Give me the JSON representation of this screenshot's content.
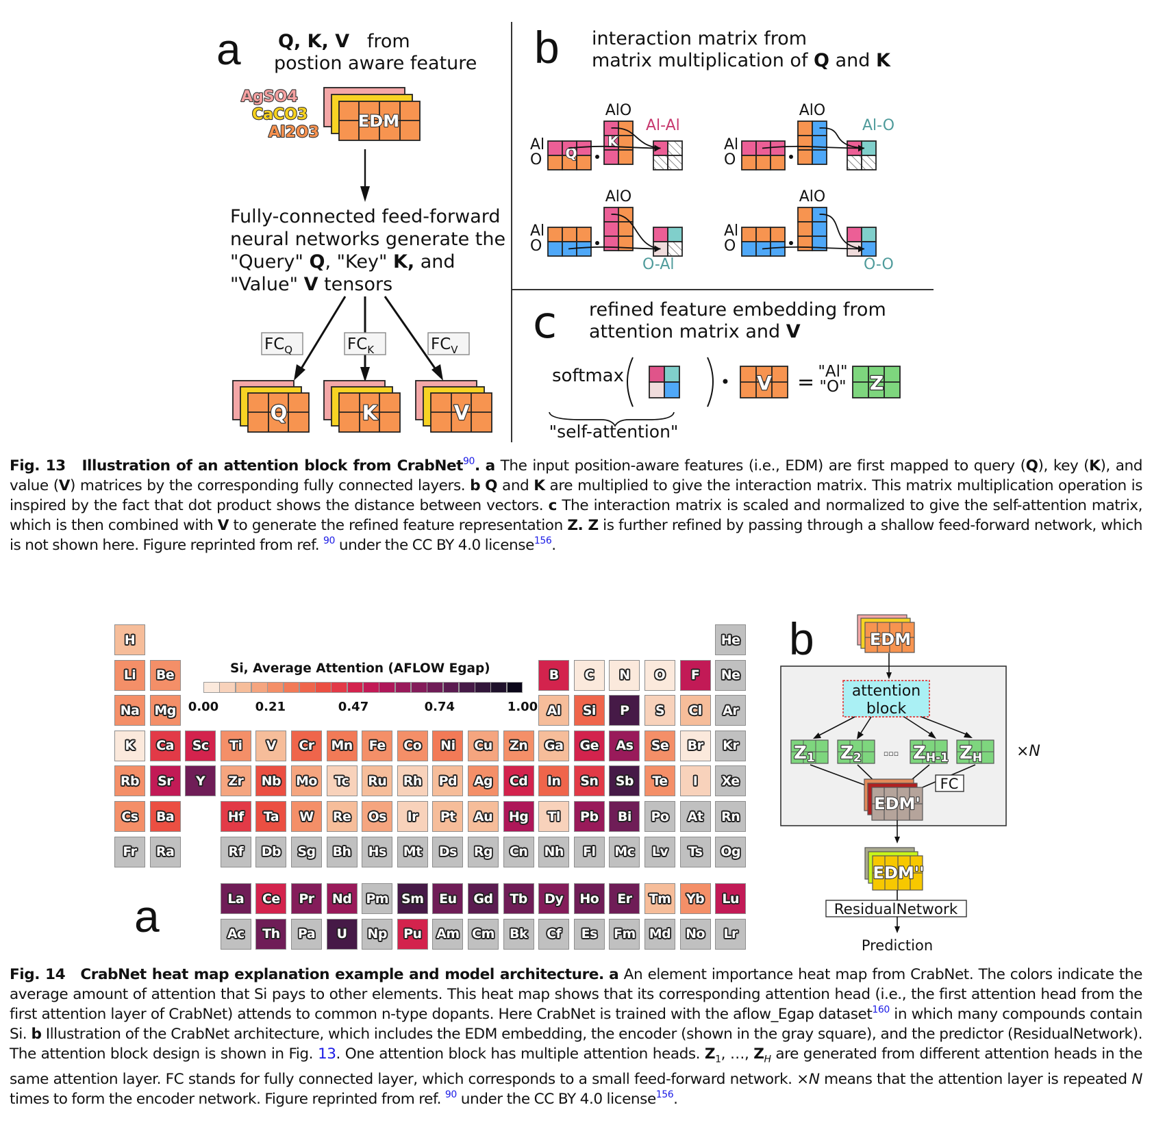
{
  "fig13": {
    "panel_a": {
      "letter": "a",
      "title_bold": "Q, K, V",
      "title_rest": "from",
      "title_line2": "postion aware feature",
      "compounds": [
        "AgSO4",
        "CaCO3",
        "Al2O3"
      ],
      "compound_colors": [
        "#f4a0a0",
        "#f7d21e",
        "#f79250"
      ],
      "edm_label": "EDM",
      "description_lines": [
        "Fully-connected feed-forward",
        "neural networks generate the"
      ],
      "desc_line3": {
        "q1": "\"Query\" ",
        "Q": "Q",
        "k1": ", \"Key\" ",
        "K": "K,",
        "end": " and"
      },
      "desc_line4": {
        "v1": "\"Value\" ",
        "V": "V",
        "end": " tensors"
      },
      "fc_labels": [
        {
          "main": "FC",
          "sub": "Q"
        },
        {
          "main": "FC",
          "sub": "K"
        },
        {
          "main": "FC",
          "sub": "V"
        }
      ],
      "tensor_labels": [
        "Q",
        "K",
        "V"
      ]
    },
    "panel_b": {
      "letter": "b",
      "line1": "interaction matrix from",
      "line2_pre": "matrix multiplication of ",
      "line2_Q": "Q",
      "line2_mid": " and ",
      "line2_K": "K",
      "row_labels": [
        "Al",
        "O"
      ],
      "key_header": "AlO",
      "q_label": "Q",
      "k_label": "K",
      "pairs": [
        {
          "label": "Al-Al",
          "color": "#c7386e"
        },
        {
          "label": "Al-O",
          "color": "#4f9b9b"
        },
        {
          "label": "O-Al",
          "color": "#4f9b9b"
        },
        {
          "label": "O-O",
          "color": "#4f9b9b"
        }
      ]
    },
    "panel_c": {
      "letter": "c",
      "line1": "refined feature embedding from",
      "line2_pre": "attention matrix and ",
      "line2_V": "V",
      "softmax": "softmax",
      "dot": "•",
      "equals": "=",
      "row_labels": [
        "\"Al\"",
        "\"O\""
      ],
      "v_label": "V",
      "z_label": "Z",
      "brace_label": "\"self-attention\""
    },
    "caption": {
      "fig": "Fig. 13",
      "title": "Illustration of an attention block from CrabNet",
      "ref_title": "90",
      "dot": ".",
      "parts": {
        "a_lbl": "a",
        "a_text1": " The input position-aware features (i.e., EDM) are first mapped to query (",
        "Q": "Q",
        "a_text2": "), key (",
        "K": "K",
        "a_text3": "), and value (",
        "V": "V",
        "a_text4": ") matrices by the corresponding fully connected layers. ",
        "b_lbl": "b",
        "b_Q": "Q",
        "b_and": " and ",
        "b_K": "K",
        "b_text": " are multiplied to give the interaction matrix. This matrix multiplication operation is inspired by the fact that dot product shows the distance between vectors. ",
        "c_lbl": "c",
        "c_text1": " The interaction matrix is scaled and normalized to give the self-attention matrix, which is then combined with ",
        "c_V": "V",
        "c_text2": " to generate the refined feature representation ",
        "c_Z1": "Z",
        "c_dot": ". ",
        "c_Z2": "Z",
        "c_text3": " is further refined by passing through a shallow feed-forward network, which is not shown here. Figure reprinted from ref. ",
        "ref1": "90",
        "c_text4": " under the CC BY 4.0 license",
        "ref2": "156",
        "end": "."
      }
    }
  },
  "fig14": {
    "panel_a_letter": "a",
    "panel_b_letter": "b",
    "colorbar": {
      "title": "Si, Average Attention (AFLOW Egap)",
      "ticks": [
        "0.00",
        "0.21",
        "0.47",
        "0.74",
        "1.00"
      ],
      "colors": [
        "#fbe9dc",
        "#f8d2bb",
        "#f6bd9a",
        "#f5a57f",
        "#f48f68",
        "#f27a57",
        "#ef654b",
        "#eb4f42",
        "#e23a47",
        "#d3234d",
        "#c21a56",
        "#ae1759",
        "#991a5a",
        "#841c5a",
        "#6f1d57",
        "#5b1c51",
        "#461a47",
        "#32163a",
        "#1f112b",
        "#0b0719"
      ]
    },
    "no_data_color": "#c0c0c0",
    "architecture": {
      "edm": "EDM",
      "attention_block": [
        "attention",
        "block"
      ],
      "z_heads": [
        {
          "main": "Z",
          "sub": "1"
        },
        {
          "main": "Z",
          "sub": "2"
        },
        {
          "main": "Z",
          "sub": "H-1"
        },
        {
          "main": "Z",
          "sub": "H"
        }
      ],
      "ellipsis": "▫▫▫",
      "fc": "FC",
      "edm_prime": "EDM'",
      "edm_double_prime": "EDM''",
      "repeat": "×N",
      "residual": "ResidualNetwork",
      "prediction": "Prediction"
    },
    "caption": {
      "fig": "Fig. 14",
      "title": "CrabNet heat map explanation example and model architecture.",
      "a_lbl": "a",
      "a_text": " An element importance heat map from CrabNet. The colors indicate the average amount of attention that Si pays to other elements. This heat map shows that its corresponding attention head (i.e., the first attention head from the first attention layer of CrabNet) attends to common n-type dopants. Here CrabNet is trained with the aflow_Egap dataset",
      "ref160": "160",
      "a_text2": " in which many compounds contain Si. ",
      "b_lbl": "b",
      "b_text": " Illustration of the CrabNet architecture, which includes the EDM embedding, the encoder (shown in the gray square), and the predictor (ResidualNetwork). The attention block design is shown in Fig. ",
      "fig_ref": "13",
      "b_text2": ". One attention block has multiple attention heads. ",
      "Z1": "Z",
      "Z1_sub": "1",
      "mid": ", …, ",
      "ZH": "Z",
      "ZH_sub": "H",
      "b_text3": " are generated from different attention heads in the same attention layer. FC stands for fully connected layer, which corresponds to a small feed-forward network. ×",
      "N1": "N",
      "b_text4": " means that the attention layer is repeated ",
      "N2": "N",
      "b_text5": " times to form the encoder network. Figure reprinted from ref. ",
      "ref90": "90",
      "b_text6": " under the CC BY 4.0 license",
      "ref156": "156",
      "end": "."
    },
    "chart_data": {
      "type": "heatmap",
      "title": "Si, Average Attention (AFLOW Egap)",
      "colorbar_range": [
        0,
        1
      ],
      "colorbar_ticks": [
        0.0,
        0.21,
        0.47,
        0.74,
        1.0
      ],
      "note": "values estimated from cell colour vs colorbar; null = no data (grey)",
      "elements": [
        {
          "s": "H",
          "row": 1,
          "col": 1,
          "v": 0.13
        },
        {
          "s": "He",
          "row": 1,
          "col": 18,
          "v": null
        },
        {
          "s": "Li",
          "row": 2,
          "col": 1,
          "v": 0.2
        },
        {
          "s": "Be",
          "row": 2,
          "col": 2,
          "v": 0.24
        },
        {
          "s": "B",
          "row": 2,
          "col": 13,
          "v": 0.45
        },
        {
          "s": "C",
          "row": 2,
          "col": 14,
          "v": 0.03
        },
        {
          "s": "N",
          "row": 2,
          "col": 15,
          "v": 0.03
        },
        {
          "s": "O",
          "row": 2,
          "col": 16,
          "v": 0.03
        },
        {
          "s": "F",
          "row": 2,
          "col": 17,
          "v": 0.5
        },
        {
          "s": "Ne",
          "row": 2,
          "col": 18,
          "v": null
        },
        {
          "s": "Na",
          "row": 3,
          "col": 1,
          "v": 0.2
        },
        {
          "s": "Mg",
          "row": 3,
          "col": 2,
          "v": 0.24
        },
        {
          "s": "Al",
          "row": 3,
          "col": 13,
          "v": 0.14
        },
        {
          "s": "Si",
          "row": 3,
          "col": 14,
          "v": 0.33
        },
        {
          "s": "P",
          "row": 3,
          "col": 15,
          "v": 0.8
        },
        {
          "s": "S",
          "row": 3,
          "col": 16,
          "v": 0.05
        },
        {
          "s": "Cl",
          "row": 3,
          "col": 17,
          "v": 0.13
        },
        {
          "s": "Ar",
          "row": 3,
          "col": 18,
          "v": null
        },
        {
          "s": "K",
          "row": 4,
          "col": 1,
          "v": 0.04
        },
        {
          "s": "Ca",
          "row": 4,
          "col": 2,
          "v": 0.4
        },
        {
          "s": "Sc",
          "row": 4,
          "col": 3,
          "v": 0.45
        },
        {
          "s": "Ti",
          "row": 4,
          "col": 4,
          "v": 0.2
        },
        {
          "s": "V",
          "row": 4,
          "col": 5,
          "v": 0.14
        },
        {
          "s": "Cr",
          "row": 4,
          "col": 6,
          "v": 0.33
        },
        {
          "s": "Mn",
          "row": 4,
          "col": 7,
          "v": 0.25
        },
        {
          "s": "Fe",
          "row": 4,
          "col": 8,
          "v": 0.22
        },
        {
          "s": "Co",
          "row": 4,
          "col": 9,
          "v": 0.22
        },
        {
          "s": "Ni",
          "row": 4,
          "col": 10,
          "v": 0.27
        },
        {
          "s": "Cu",
          "row": 4,
          "col": 11,
          "v": 0.15
        },
        {
          "s": "Zn",
          "row": 4,
          "col": 12,
          "v": 0.24
        },
        {
          "s": "Ga",
          "row": 4,
          "col": 13,
          "v": 0.1
        },
        {
          "s": "Ge",
          "row": 4,
          "col": 14,
          "v": 0.47
        },
        {
          "s": "As",
          "row": 4,
          "col": 15,
          "v": 0.6
        },
        {
          "s": "Se",
          "row": 4,
          "col": 16,
          "v": 0.24
        },
        {
          "s": "Br",
          "row": 4,
          "col": 17,
          "v": 0.04
        },
        {
          "s": "Kr",
          "row": 4,
          "col": 18,
          "v": null
        },
        {
          "s": "Rb",
          "row": 5,
          "col": 1,
          "v": 0.2
        },
        {
          "s": "Sr",
          "row": 5,
          "col": 2,
          "v": 0.52
        },
        {
          "s": "Y",
          "row": 5,
          "col": 3,
          "v": 0.7
        },
        {
          "s": "Zr",
          "row": 5,
          "col": 4,
          "v": 0.17
        },
        {
          "s": "Nb",
          "row": 5,
          "col": 5,
          "v": 0.36
        },
        {
          "s": "Mo",
          "row": 5,
          "col": 6,
          "v": 0.17
        },
        {
          "s": "Tc",
          "row": 5,
          "col": 7,
          "v": 0.07
        },
        {
          "s": "Ru",
          "row": 5,
          "col": 8,
          "v": 0.13
        },
        {
          "s": "Rh",
          "row": 5,
          "col": 9,
          "v": 0.06
        },
        {
          "s": "Pd",
          "row": 5,
          "col": 10,
          "v": 0.14
        },
        {
          "s": "Ag",
          "row": 5,
          "col": 11,
          "v": 0.2
        },
        {
          "s": "Cd",
          "row": 5,
          "col": 12,
          "v": 0.47
        },
        {
          "s": "In",
          "row": 5,
          "col": 13,
          "v": 0.32
        },
        {
          "s": "Sn",
          "row": 5,
          "col": 14,
          "v": 0.4
        },
        {
          "s": "Sb",
          "row": 5,
          "col": 15,
          "v": 0.83
        },
        {
          "s": "Te",
          "row": 5,
          "col": 16,
          "v": 0.22
        },
        {
          "s": "I",
          "row": 5,
          "col": 17,
          "v": 0.06
        },
        {
          "s": "Xe",
          "row": 5,
          "col": 18,
          "v": null
        },
        {
          "s": "Cs",
          "row": 6,
          "col": 1,
          "v": 0.2
        },
        {
          "s": "Ba",
          "row": 6,
          "col": 2,
          "v": 0.38
        },
        {
          "s": "Hf",
          "row": 6,
          "col": 4,
          "v": 0.4
        },
        {
          "s": "Ta",
          "row": 6,
          "col": 5,
          "v": 0.38
        },
        {
          "s": "W",
          "row": 6,
          "col": 6,
          "v": 0.22
        },
        {
          "s": "Re",
          "row": 6,
          "col": 7,
          "v": 0.1
        },
        {
          "s": "Os",
          "row": 6,
          "col": 8,
          "v": 0.17
        },
        {
          "s": "Ir",
          "row": 6,
          "col": 9,
          "v": 0.07
        },
        {
          "s": "Pt",
          "row": 6,
          "col": 10,
          "v": 0.14
        },
        {
          "s": "Au",
          "row": 6,
          "col": 11,
          "v": 0.13
        },
        {
          "s": "Hg",
          "row": 6,
          "col": 12,
          "v": 0.55
        },
        {
          "s": "Tl",
          "row": 6,
          "col": 13,
          "v": 0.07
        },
        {
          "s": "Pb",
          "row": 6,
          "col": 14,
          "v": 0.62
        },
        {
          "s": "Bi",
          "row": 6,
          "col": 15,
          "v": 0.72
        },
        {
          "s": "Po",
          "row": 6,
          "col": 16,
          "v": null
        },
        {
          "s": "At",
          "row": 6,
          "col": 17,
          "v": null
        },
        {
          "s": "Rn",
          "row": 6,
          "col": 18,
          "v": null
        },
        {
          "s": "Fr",
          "row": 7,
          "col": 1,
          "v": null
        },
        {
          "s": "Ra",
          "row": 7,
          "col": 2,
          "v": null
        },
        {
          "s": "Rf",
          "row": 7,
          "col": 4,
          "v": null
        },
        {
          "s": "Db",
          "row": 7,
          "col": 5,
          "v": null
        },
        {
          "s": "Sg",
          "row": 7,
          "col": 6,
          "v": null
        },
        {
          "s": "Bh",
          "row": 7,
          "col": 7,
          "v": null
        },
        {
          "s": "Hs",
          "row": 7,
          "col": 8,
          "v": null
        },
        {
          "s": "Mt",
          "row": 7,
          "col": 9,
          "v": null
        },
        {
          "s": "Ds",
          "row": 7,
          "col": 10,
          "v": null
        },
        {
          "s": "Rg",
          "row": 7,
          "col": 11,
          "v": null
        },
        {
          "s": "Cn",
          "row": 7,
          "col": 12,
          "v": null
        },
        {
          "s": "Nh",
          "row": 7,
          "col": 13,
          "v": null
        },
        {
          "s": "Fl",
          "row": 7,
          "col": 14,
          "v": null
        },
        {
          "s": "Mc",
          "row": 7,
          "col": 15,
          "v": null
        },
        {
          "s": "Lv",
          "row": 7,
          "col": 16,
          "v": null
        },
        {
          "s": "Ts",
          "row": 7,
          "col": 17,
          "v": null
        },
        {
          "s": "Og",
          "row": 7,
          "col": 18,
          "v": null
        },
        {
          "s": "La",
          "row": 9,
          "col": 4,
          "v": 0.7
        },
        {
          "s": "Ce",
          "row": 9,
          "col": 5,
          "v": 0.48
        },
        {
          "s": "Pr",
          "row": 9,
          "col": 6,
          "v": 0.66
        },
        {
          "s": "Nd",
          "row": 9,
          "col": 7,
          "v": 0.64
        },
        {
          "s": "Pm",
          "row": 9,
          "col": 8,
          "v": null
        },
        {
          "s": "Sm",
          "row": 9,
          "col": 9,
          "v": 0.82
        },
        {
          "s": "Eu",
          "row": 9,
          "col": 10,
          "v": 0.7
        },
        {
          "s": "Gd",
          "row": 9,
          "col": 11,
          "v": 0.78
        },
        {
          "s": "Tb",
          "row": 9,
          "col": 12,
          "v": 0.7
        },
        {
          "s": "Dy",
          "row": 9,
          "col": 13,
          "v": 0.68
        },
        {
          "s": "Ho",
          "row": 9,
          "col": 14,
          "v": 0.7
        },
        {
          "s": "Er",
          "row": 9,
          "col": 15,
          "v": 0.7
        },
        {
          "s": "Tm",
          "row": 9,
          "col": 16,
          "v": 0.12
        },
        {
          "s": "Yb",
          "row": 9,
          "col": 17,
          "v": 0.22
        },
        {
          "s": "Lu",
          "row": 9,
          "col": 18,
          "v": 0.52
        },
        {
          "s": "Ac",
          "row": 10,
          "col": 4,
          "v": null
        },
        {
          "s": "Th",
          "row": 10,
          "col": 5,
          "v": 0.7
        },
        {
          "s": "Pa",
          "row": 10,
          "col": 6,
          "v": null
        },
        {
          "s": "U",
          "row": 10,
          "col": 7,
          "v": 0.83
        },
        {
          "s": "Np",
          "row": 10,
          "col": 8,
          "v": null
        },
        {
          "s": "Pu",
          "row": 10,
          "col": 9,
          "v": 0.45
        },
        {
          "s": "Am",
          "row": 10,
          "col": 10,
          "v": null
        },
        {
          "s": "Cm",
          "row": 10,
          "col": 11,
          "v": null
        },
        {
          "s": "Bk",
          "row": 10,
          "col": 12,
          "v": null
        },
        {
          "s": "Cf",
          "row": 10,
          "col": 13,
          "v": null
        },
        {
          "s": "Es",
          "row": 10,
          "col": 14,
          "v": null
        },
        {
          "s": "Fm",
          "row": 10,
          "col": 15,
          "v": null
        },
        {
          "s": "Md",
          "row": 10,
          "col": 16,
          "v": null
        },
        {
          "s": "No",
          "row": 10,
          "col": 17,
          "v": null
        },
        {
          "s": "Lr",
          "row": 10,
          "col": 18,
          "v": null
        }
      ]
    }
  }
}
